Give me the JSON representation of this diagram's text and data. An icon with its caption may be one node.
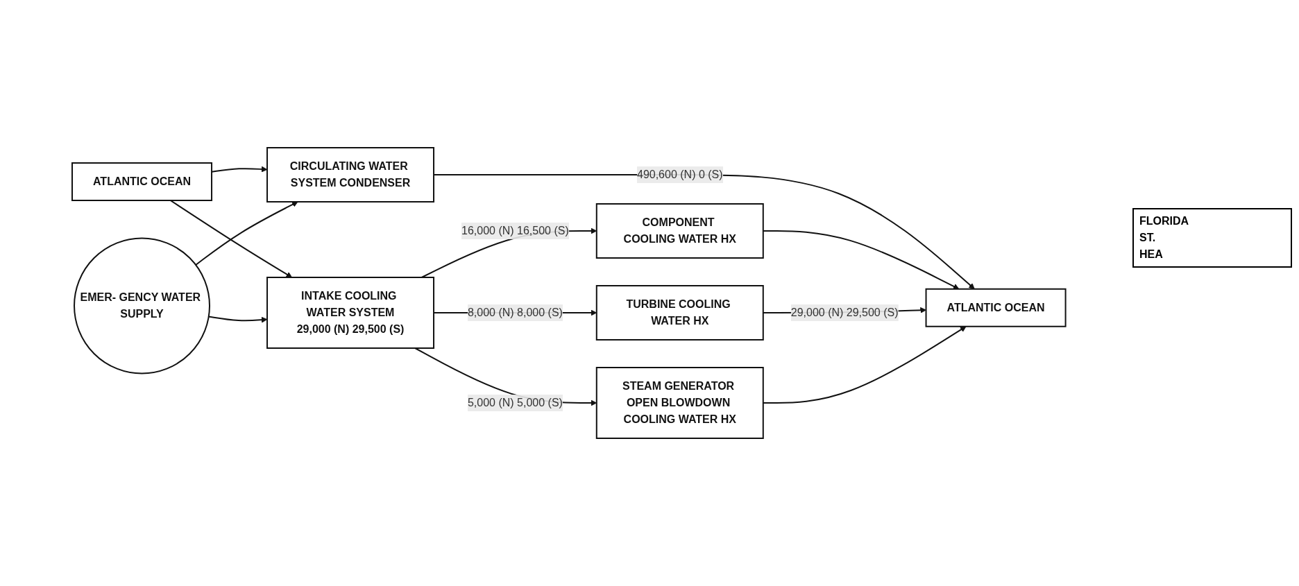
{
  "diagram": {
    "nodes": [
      {
        "text": [
          "ATLANTIC OCEAN"
        ]
      },
      {
        "text": [
          "CIRCULATING WATER SYSTEM CONDENSER"
        ]
      },
      {
        "text": [
          "ATLANTIC OCEAN"
        ]
      },
      {
        "text": [
          "INTAKE COOLING WATER SYSTEM",
          "29,000 (N) 29,500 (S)"
        ]
      },
      {
        "text": [
          "EMER- GENCY WATER SUPPLY"
        ]
      },
      {
        "text": [
          "COMPONENT COOLING WATER HX"
        ]
      },
      {
        "text": [
          "TURBINE COOLING WATER HX"
        ]
      },
      {
        "text": [
          "STEAM GENERATOR OPEN BLOWDOWN COOLING WATER HX"
        ]
      }
    ],
    "edges": [
      {
        "from": 0,
        "to": 1,
        "arrow": "to"
      },
      {
        "from": 0,
        "to": 3,
        "arrow": "to"
      },
      {
        "from": 4,
        "to": 1,
        "arrow": "to"
      },
      {
        "from": 4,
        "to": 3,
        "arrow": "to"
      },
      {
        "from": 1,
        "to": 2,
        "arrow": "to",
        "label": "490,600 (N) 0 (S)"
      },
      {
        "from": 3,
        "to": 5,
        "arrow": "to",
        "label": "16,000 (N) 16,500 (S)"
      },
      {
        "from": 3,
        "to": 6,
        "arrow": "to",
        "label": "8,000 (N) 8,000 (S)"
      },
      {
        "from": 3,
        "to": 7,
        "arrow": "to",
        "label": "5,000 (N) 5,000 (S)"
      },
      {
        "from": 5,
        "to": 2,
        "arrow": "to"
      },
      {
        "from": 6,
        "to": 2,
        "arrow": "to",
        "label": "29,000 (N) 29,500 (S)"
      },
      {
        "from": 7,
        "to": 2,
        "arrow": "to"
      }
    ],
    "labels": [
      "FLORIDA",
      "ST.",
      "HEA"
    ]
  }
}
